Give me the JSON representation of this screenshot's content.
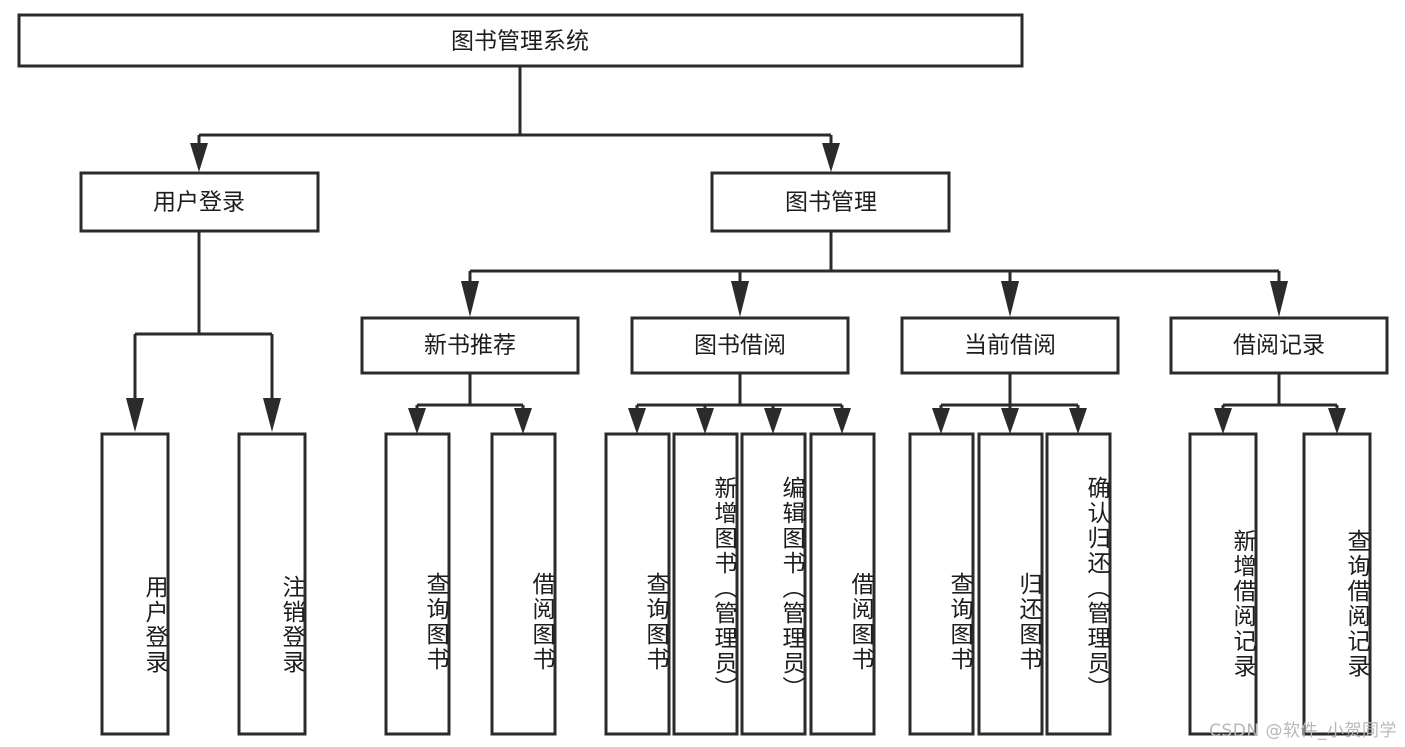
{
  "diagram": {
    "title": "图书管理系统",
    "watermark": "CSDN @软件_小贺同学",
    "colors": {
      "stroke": "#2b2b2b",
      "box_fill": "#ffffff",
      "text": "#1d1d1d",
      "background": "#ffffff",
      "watermark": "#b8b8b8"
    },
    "nodes": {
      "root": {
        "label": "图书管理系统"
      },
      "level2": [
        {
          "id": "user-login",
          "label": "用户登录"
        },
        {
          "id": "book-management",
          "label": "图书管理"
        }
      ],
      "level3": [
        {
          "id": "new-book-recommend",
          "label": "新书推荐"
        },
        {
          "id": "book-borrow",
          "label": "图书借阅"
        },
        {
          "id": "current-borrow",
          "label": "当前借阅"
        },
        {
          "id": "borrow-record",
          "label": "借阅记录"
        }
      ],
      "leaves": [
        {
          "id": "leaf-user-login",
          "label": "用户登录",
          "parent": "user-login"
        },
        {
          "id": "leaf-logout-login",
          "label": "注销登录",
          "parent": "user-login"
        },
        {
          "id": "leaf-query-book-1",
          "label": "查询图书",
          "parent": "new-book-recommend"
        },
        {
          "id": "leaf-borrow-book-1",
          "label": "借阅图书",
          "parent": "new-book-recommend"
        },
        {
          "id": "leaf-query-book-2",
          "label": "查询图书",
          "parent": "book-borrow"
        },
        {
          "id": "leaf-add-book",
          "label": "新增图书（管理员）",
          "parent": "book-borrow"
        },
        {
          "id": "leaf-edit-book",
          "label": "编辑图书（管理员）",
          "parent": "book-borrow"
        },
        {
          "id": "leaf-borrow-book-2",
          "label": "借阅图书",
          "parent": "book-borrow"
        },
        {
          "id": "leaf-query-book-3",
          "label": "查询图书",
          "parent": "current-borrow"
        },
        {
          "id": "leaf-return-book",
          "label": "归还图书",
          "parent": "current-borrow"
        },
        {
          "id": "leaf-confirm-return",
          "label": "确认归还（管理员）",
          "parent": "current-borrow"
        },
        {
          "id": "leaf-add-borrow-record",
          "label": "新增借阅记录",
          "parent": "borrow-record"
        },
        {
          "id": "leaf-query-borrow-record",
          "label": "查询借阅记录",
          "parent": "borrow-record"
        }
      ]
    }
  }
}
